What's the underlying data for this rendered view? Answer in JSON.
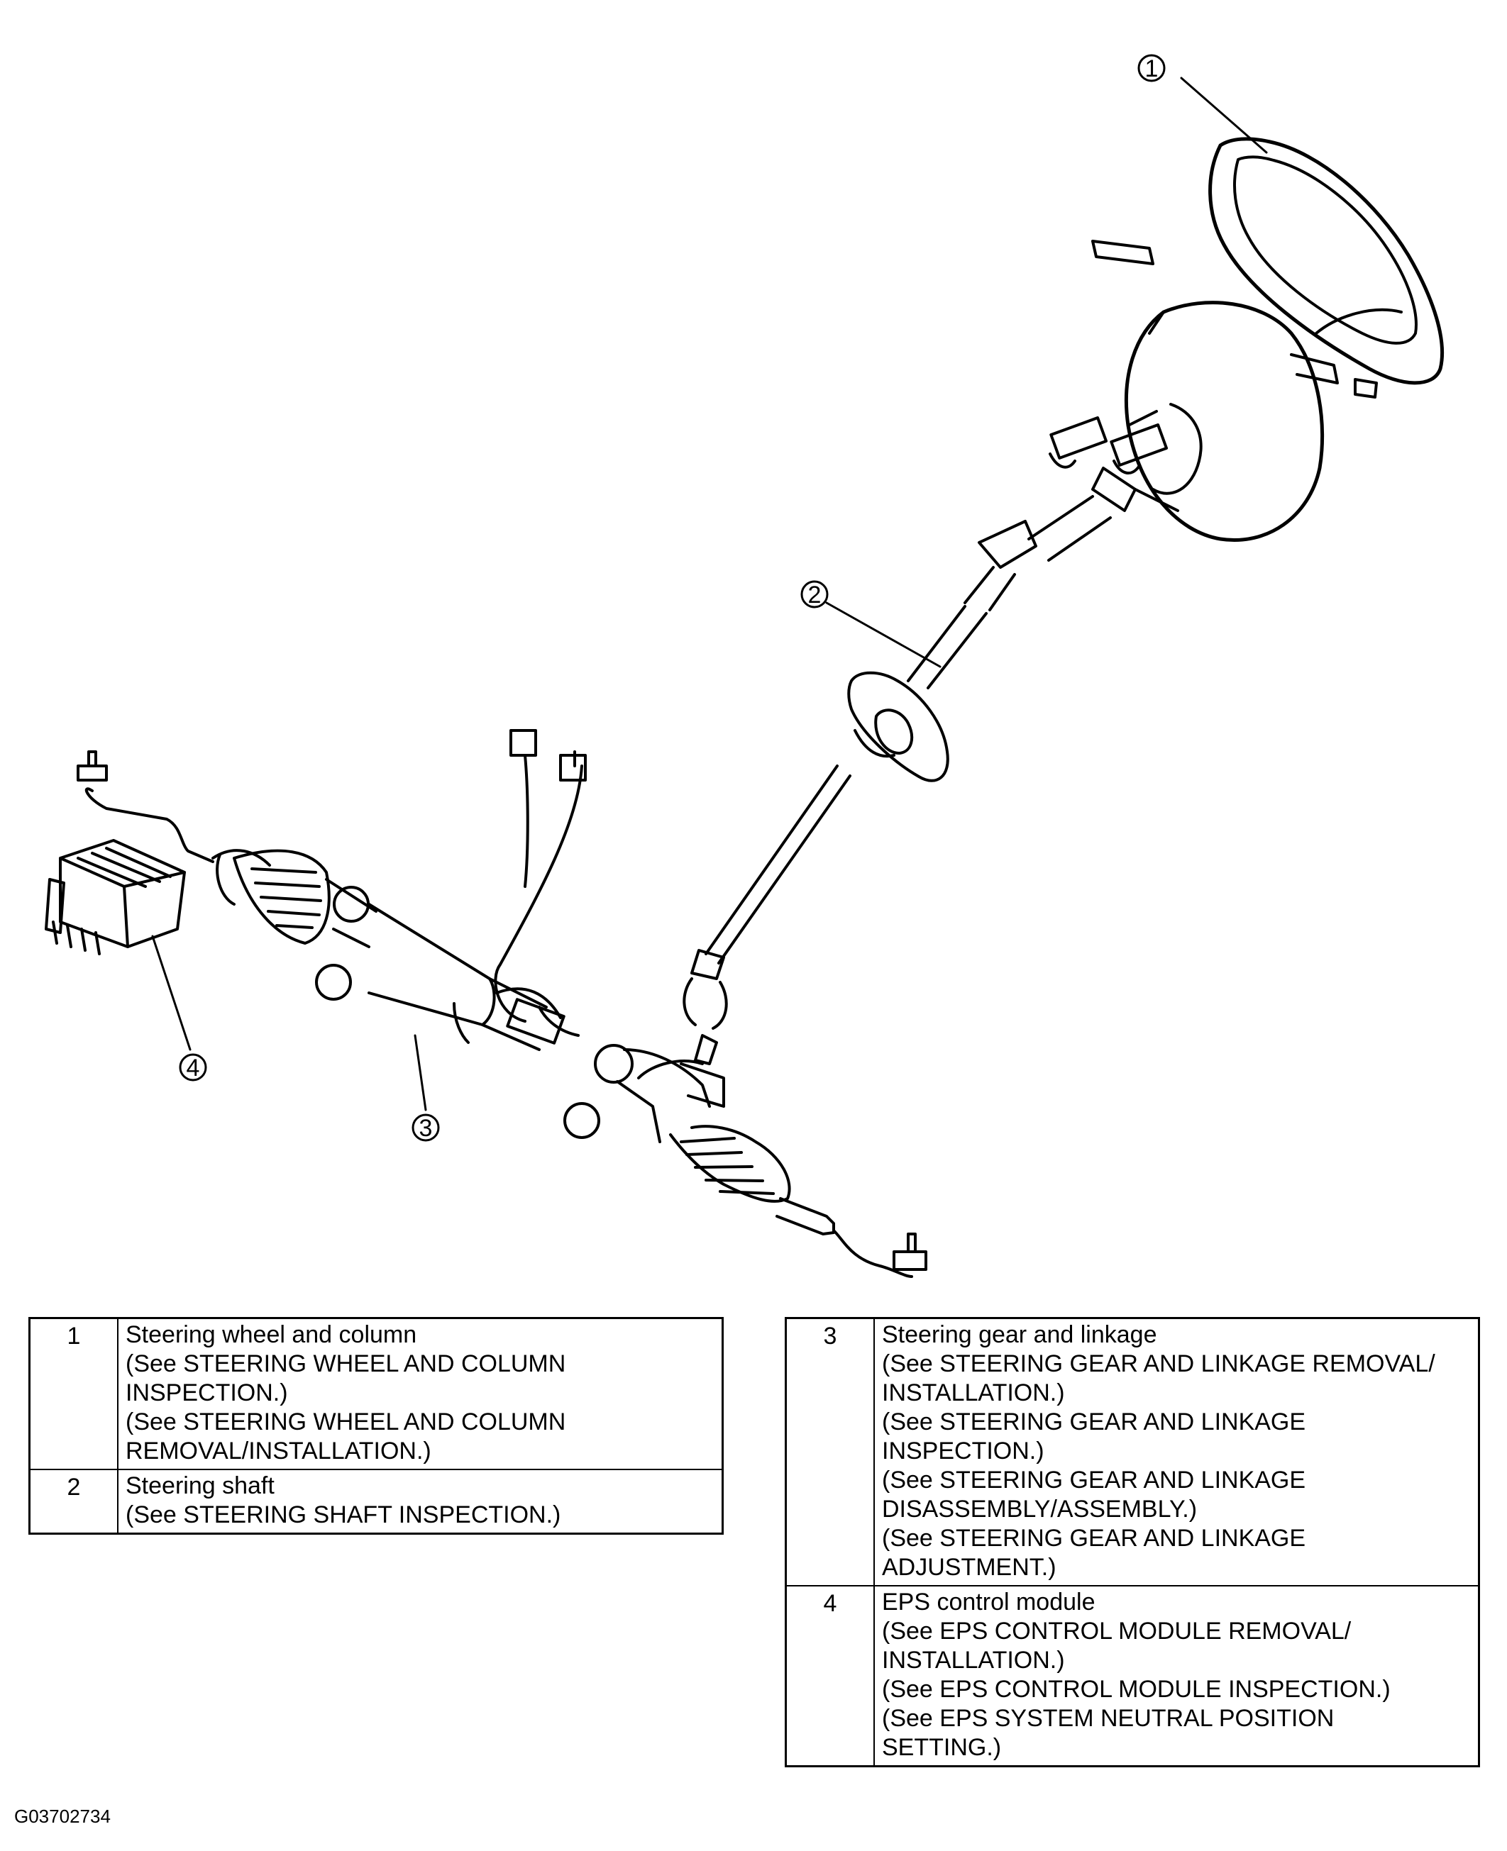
{
  "callouts": [
    "1",
    "2",
    "3",
    "4"
  ],
  "legend_left": [
    {
      "number": "1",
      "lines": [
        "Steering wheel and column",
        "(See STEERING WHEEL AND COLUMN",
        "INSPECTION.)",
        "(See STEERING WHEEL AND COLUMN",
        "REMOVAL/INSTALLATION.)"
      ]
    },
    {
      "number": "2",
      "lines": [
        "Steering shaft",
        "(See STEERING SHAFT INSPECTION.)"
      ]
    }
  ],
  "legend_right": [
    {
      "number": "3",
      "lines": [
        "Steering gear and linkage",
        "(See STEERING GEAR AND LINKAGE REMOVAL/",
        "INSTALLATION.)",
        "(See STEERING GEAR AND LINKAGE",
        "INSPECTION.)",
        "(See STEERING GEAR AND LINKAGE",
        "DISASSEMBLY/ASSEMBLY.)",
        "(See STEERING GEAR AND LINKAGE",
        "ADJUSTMENT.)"
      ]
    },
    {
      "number": "4",
      "lines": [
        "EPS control module",
        "(See EPS CONTROL MODULE REMOVAL/",
        "INSTALLATION.)",
        "(See EPS CONTROL MODULE INSPECTION.)",
        "(See EPS SYSTEM NEUTRAL POSITION",
        "SETTING.)"
      ]
    }
  ],
  "figure_id": "G03702734"
}
